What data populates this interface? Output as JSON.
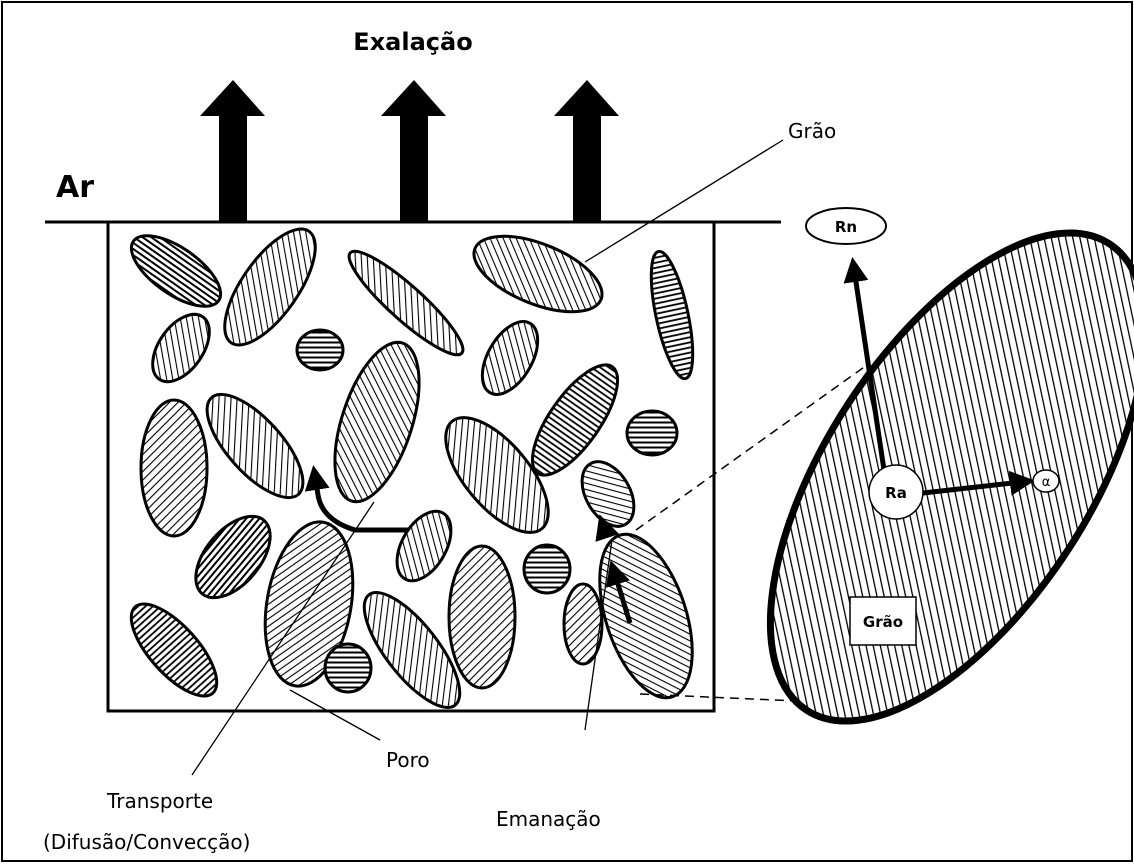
{
  "diagram": {
    "title": "Exalação",
    "air_label": "Ar",
    "grain_label": "Grão",
    "pore_label": "Poro",
    "transport_label": "Transporte",
    "transport_sub_label": "(Difusão/Convecção)",
    "emanation_label": "Emanação",
    "zoom": {
      "rn_label": "Rn",
      "ra_label": "Ra",
      "alpha_label": "α",
      "grain_box_label": "Grão"
    }
  }
}
